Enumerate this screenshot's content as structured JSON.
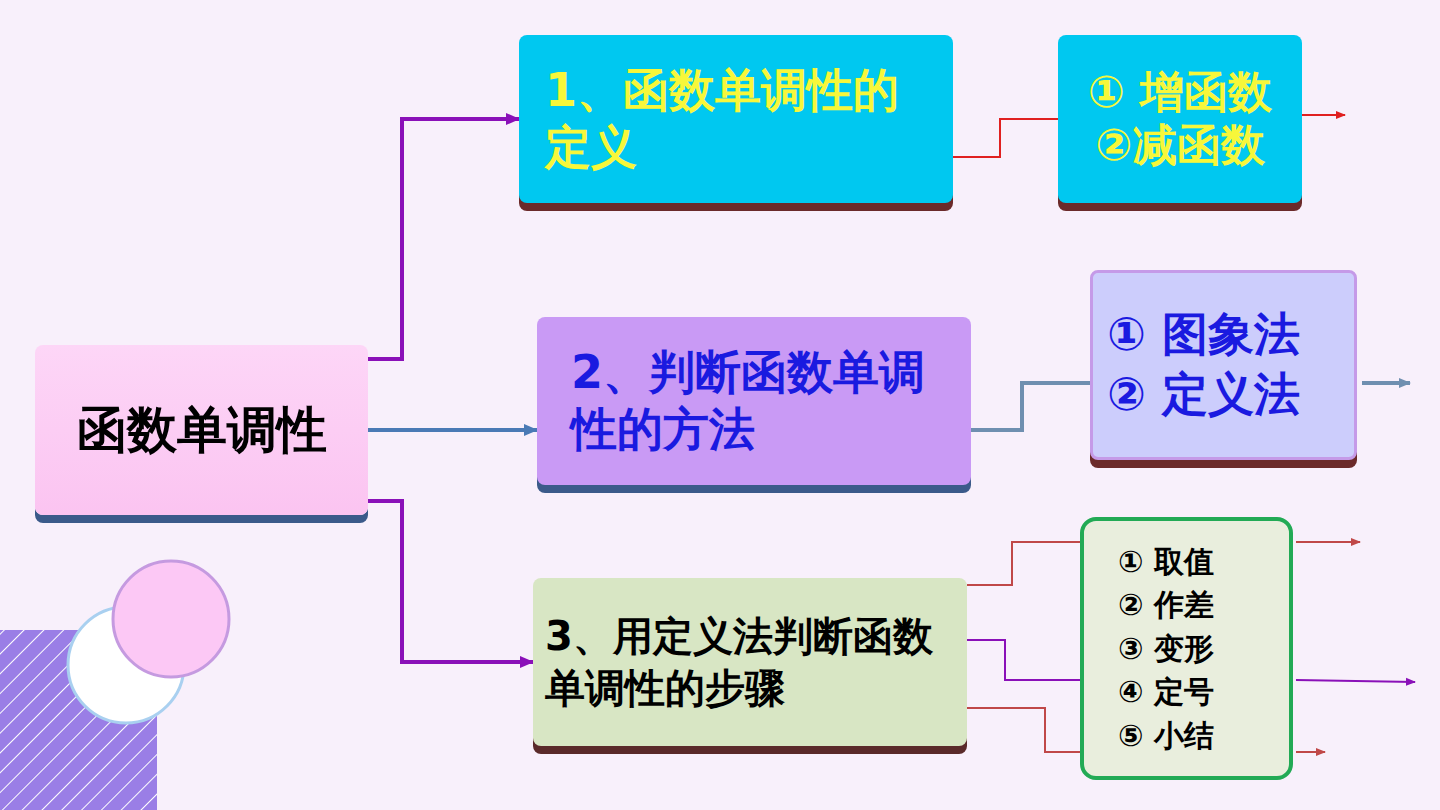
{
  "diagram": {
    "nodes": [
      {
        "text": [
          "函数单调性"
        ]
      },
      {
        "text": [
          "1、函数单调性的定义"
        ]
      },
      {
        "text": [
          "① 增函数",
          "②减函数"
        ]
      },
      {
        "text": [
          "2、判断函数单调性的方法"
        ]
      },
      {
        "text": [
          "① 图象法",
          "② 定义法"
        ]
      },
      {
        "text": [
          "3、用定义法判断函数单调性的步骤"
        ]
      },
      {
        "text": [
          "① 取值",
          "② 作差",
          "③ 变形",
          "④ 定号",
          "⑤ 小结"
        ]
      }
    ],
    "edges": [
      {
        "from": 0,
        "to": 1,
        "arrow": "to"
      },
      {
        "from": 0,
        "to": 3,
        "arrow": "to"
      },
      {
        "from": 0,
        "to": 5,
        "arrow": "to"
      },
      {
        "from": 1,
        "to": 2,
        "arrow": "none"
      },
      {
        "from": 3,
        "to": 4,
        "arrow": "none"
      },
      {
        "from": 5,
        "to": 6,
        "arrow": "none"
      },
      {
        "from": 5,
        "to": 6,
        "arrow": "none"
      },
      {
        "from": 5,
        "to": 6,
        "arrow": "none"
      }
    ]
  }
}
